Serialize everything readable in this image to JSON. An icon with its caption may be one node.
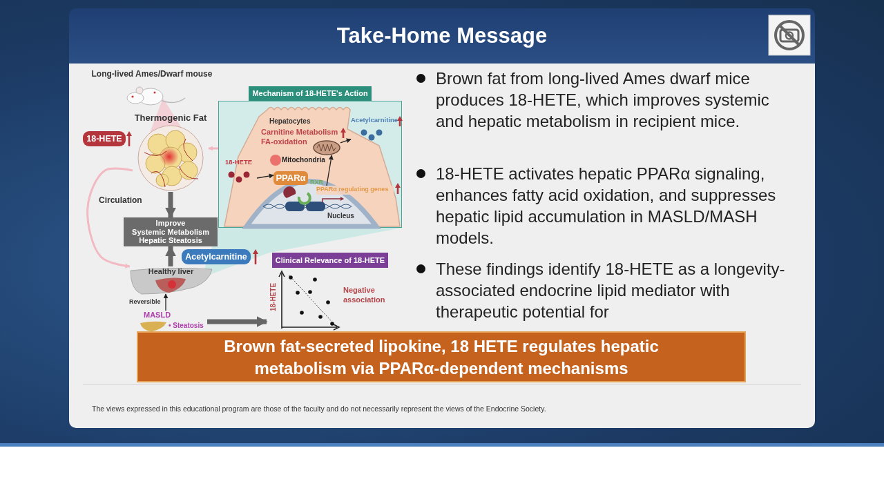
{
  "diagram": {
    "title": "Take-Home Message",
    "nodes": [
      {
        "text": [
          "Long-lived Ames/Dwarf mouse"
        ]
      },
      {
        "text": [
          "Thermogenic Fat"
        ]
      },
      {
        "text": [
          "18-HETE"
        ]
      },
      {
        "text": [
          "Improve",
          "Systemic Metabolism Hepatic Steatosis"
        ]
      },
      {
        "text": [
          "Acetylcarnitine"
        ]
      },
      {
        "text": [
          "Healthy liver"
        ]
      },
      {
        "text": [
          "MASLD",
          "• Steatosis"
        ]
      },
      {
        "text": [
          "Mechanism of 18-HETE's Action"
        ]
      },
      {
        "text": [],
        "shape": "picture",
        "in": 7
      },
      {
        "text": [
          "Acetylcarnitine"
        ],
        "in": 7
      },
      {
        "text": [
          "18-HETE"
        ],
        "in": 7
      },
      {
        "text": [
          "PPARα"
        ],
        "in": 7
      },
      {
        "text": [
          "PPARα regulating genes"
        ],
        "in": 7
      },
      {
        "text": [
          "Clinical Relevance of 18-HETE"
        ]
      },
      {
        "text": [
          "Brown fat-secreted lipokine, 18 HETE regulates hepatic metabolism via PPARα-dependent mechanisms"
        ]
      }
    ],
    "edges": [
      {
        "from": 1,
        "to": 3,
        "arrow": "to",
        "style": "thick",
        "color": "#666666"
      },
      {
        "from": 5,
        "to": 3,
        "arrow": "to",
        "style": "thick",
        "color": "#666666"
      },
      {
        "from": 6,
        "to": 13,
        "arrow": "to",
        "style": "thick",
        "color": "#666666"
      },
      {
        "from": 1,
        "to": 5,
        "arrow": "to",
        "label": "Circulation",
        "color": "#f2b9c3"
      },
      {
        "from": 7,
        "to": 1,
        "arrow": "to",
        "color": "#f2b9c3"
      },
      {
        "from": 6,
        "to": 5,
        "arrow": "to",
        "label": "Reversible"
      },
      {
        "from": 10,
        "to": 11,
        "arrow": "to"
      },
      {
        "from": 12,
        "to": 8,
        "arrow": "to"
      },
      {
        "from": 8,
        "to": 9,
        "arrow": "to"
      }
    ],
    "labels": [
      "Hepatocytes",
      "Carnitine Metabolism FA-oxidation",
      "Mitochondria",
      "RXR",
      "Nucleus",
      "18-HETE",
      "Negative association",
      "Brown fat from long-lived Ames dwarf mice produces 18-HETE, which improves systemic and hepatic metabolism in recipient mice.",
      "18-HETE activates hepatic PPARα signaling, enhances fatty acid oxidation, and suppresses hepatic lipid accumulation in MASLD/MASH models.",
      "These findings identify 18-HETE as a longevity-associated endocrine lipid mediator with therapeutic potential for",
      "The views expressed in this educational program are those of the faculty and do not necessarily represent the views of the Endocrine Society."
    ]
  }
}
